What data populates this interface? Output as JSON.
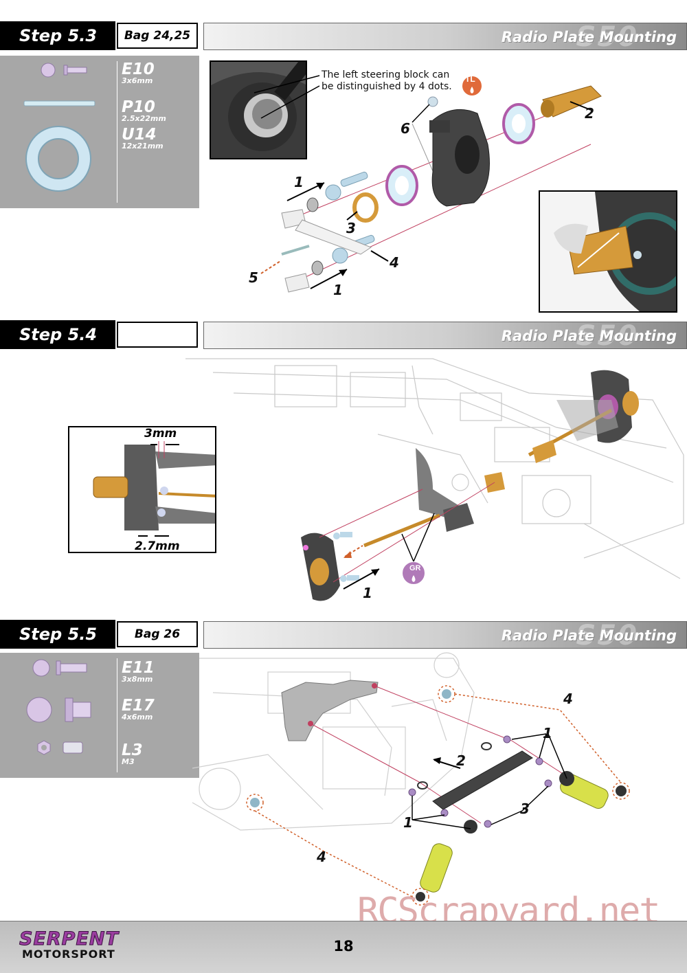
{
  "steps": [
    {
      "label": "Step 5.3",
      "bag": "Bag 24,25",
      "title": "Radio Plate Mounting",
      "title_watermark": "S50"
    },
    {
      "label": "Step 5.4",
      "bag": "",
      "title": "Radio Plate Mounting",
      "title_watermark": "S50"
    },
    {
      "label": "Step 5.5",
      "bag": "Bag 26",
      "title": "Radio Plate Mounting",
      "title_watermark": "S50"
    }
  ],
  "parts_5_3": [
    {
      "code": "E10",
      "size": "3x6mm"
    },
    {
      "code": "P10",
      "size": "2.5x22mm"
    },
    {
      "code": "U14",
      "size": "12x21mm"
    }
  ],
  "parts_5_5": [
    {
      "code": "E11",
      "size": "3x8mm"
    },
    {
      "code": "E17",
      "size": "4x6mm"
    },
    {
      "code": "L3",
      "size": "M3"
    }
  ],
  "step_5_3": {
    "note_line1": "The left steering block can",
    "note_line2": "be distinguished by 4 dots.",
    "tl_badge": "TL",
    "callouts": [
      "1",
      "2",
      "3",
      "4",
      "5",
      "6",
      "1"
    ]
  },
  "step_5_4": {
    "dim_top": "3mm",
    "dim_bottom": "2.7mm",
    "gr_badge": "GR",
    "callout": "1"
  },
  "step_5_5": {
    "callouts": [
      "4",
      "1",
      "2",
      "3",
      "1",
      "4"
    ]
  },
  "footer": {
    "brand_top": "SERPENT",
    "brand_bottom": "MOTORSPORT",
    "page_number": "18",
    "watermark": "RCScrapyard.net"
  },
  "colors": {
    "header_black": "#000000",
    "parts_panel": "#a7a7a7",
    "brand_purple": "#9b3da0",
    "gold_part": "#d59a3a",
    "spring_yellow": "#d8e04a"
  }
}
